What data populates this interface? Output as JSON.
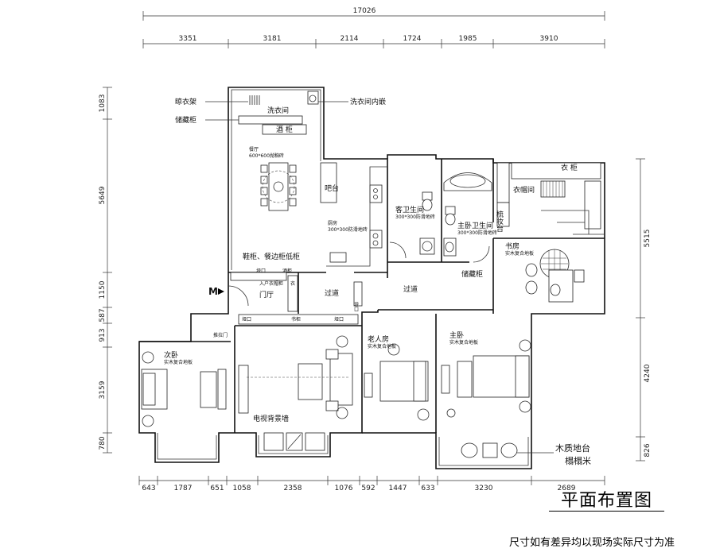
{
  "title": "平面布置图",
  "footnote": "尺寸如有差异均以现场实际尺寸为准",
  "dimensions": {
    "top_total": "17026",
    "top": [
      "3351",
      "3181",
      "2114",
      "1724",
      "1985",
      "3910"
    ],
    "bottom": [
      "643",
      "1787",
      "651",
      "1058",
      "2358",
      "1076",
      "592",
      "1447",
      "633",
      "3230",
      "2689"
    ],
    "left": [
      "1083",
      "5649",
      "1150",
      "587",
      "913",
      "3159",
      "780"
    ],
    "right": [
      "5515",
      "4240",
      "826"
    ]
  },
  "labels": {
    "drying_rack": "晾衣架",
    "storage_cabinet": "储藏柜",
    "laundry": "洗衣间",
    "laundry_embedded": "洗衣间内嵌",
    "wine_cabinet": "酒  柜",
    "dining": "餐厅",
    "dining_floor": "600*600抛釉砖",
    "bar": "吧台",
    "kitchen": "厨房",
    "kitchen_floor": "300*300防滑地砖",
    "shoe_sideboard": "鞋柜、餐边柜低柜",
    "guest_bath": "客卫生间",
    "guest_bath_floor": "300*300防滑地砖",
    "master_bath": "主卧卫生间",
    "master_bath_floor": "300*300防滑地砖",
    "wardrobe_top": "衣  柜",
    "cloakroom": "衣帽间",
    "dresser": "梳妆台",
    "study": "书房",
    "study_floor": "实木复合地板",
    "storage_cabinet2": "储藏柜",
    "entry_hall": "门厅",
    "entry_wardrobe": "入户衣帽柜",
    "wardrobe_short": "衣",
    "corridor1": "过道",
    "corridor2": "过道",
    "arch1": "垭口",
    "arch2": "垭口",
    "arch3": "垭口",
    "arch4": "垭口",
    "wine_short": "酒柜",
    "bookcase": "书柜",
    "sliding_door": "推拉门",
    "second_bedroom": "次卧",
    "second_bedroom_floor": "实木复合地板",
    "tv_wall": "电视背景墙",
    "elder_room": "老人房",
    "elder_room_floor": "实木复合地板",
    "master_bedroom": "主卧",
    "master_bedroom_floor": "实木复合地板",
    "platform": "木质地台",
    "tatami": "榻榻米",
    "entrance_mark": "M"
  }
}
